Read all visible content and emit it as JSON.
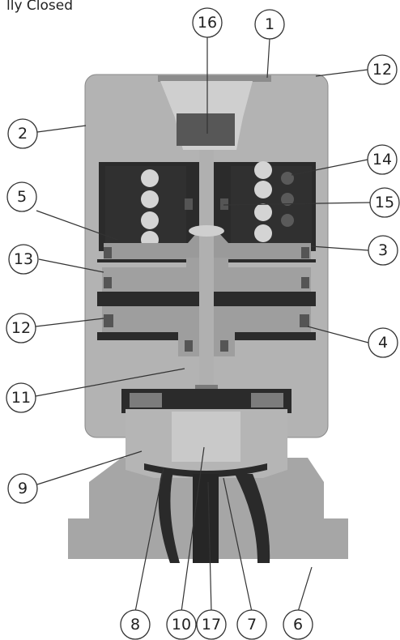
{
  "title": "lly Closed",
  "callouts": [
    {
      "id": "c16",
      "label": "16"
    },
    {
      "id": "c1",
      "label": "1"
    },
    {
      "id": "c12a",
      "label": "12"
    },
    {
      "id": "c2",
      "label": "2"
    },
    {
      "id": "c14",
      "label": "14"
    },
    {
      "id": "c5",
      "label": "5"
    },
    {
      "id": "c15",
      "label": "15"
    },
    {
      "id": "c13",
      "label": "13"
    },
    {
      "id": "c3",
      "label": "3"
    },
    {
      "id": "c12b",
      "label": "12"
    },
    {
      "id": "c4",
      "label": "4"
    },
    {
      "id": "c11",
      "label": "11"
    },
    {
      "id": "c9",
      "label": "9"
    },
    {
      "id": "c8",
      "label": "8"
    },
    {
      "id": "c10",
      "label": "10"
    },
    {
      "id": "c17",
      "label": "17"
    },
    {
      "id": "c7",
      "label": "7"
    },
    {
      "id": "c6",
      "label": "6"
    }
  ],
  "colors": {
    "body": "#a9a9a9",
    "body_light": "#c4c4c4",
    "dark": "#2e2e2e",
    "mid": "#7f7f7f",
    "seal": "#555555",
    "outline": "#3a3a3a"
  }
}
